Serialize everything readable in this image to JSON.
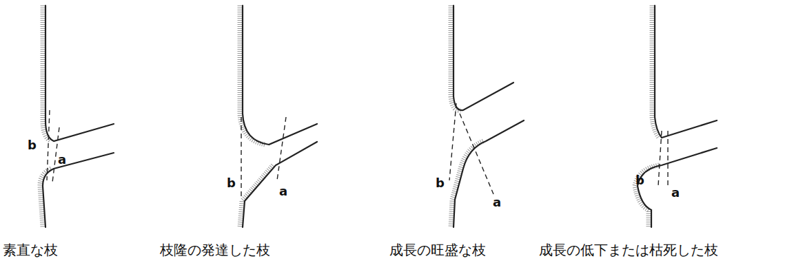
{
  "diagram": {
    "labels": [
      "b",
      "a",
      "素直な枝",
      "b",
      "a",
      "枝隆の発達した枝",
      "b",
      "a",
      "成長の旺盛な枝",
      "b",
      "a",
      "成長の低下または枯死した枝"
    ]
  }
}
